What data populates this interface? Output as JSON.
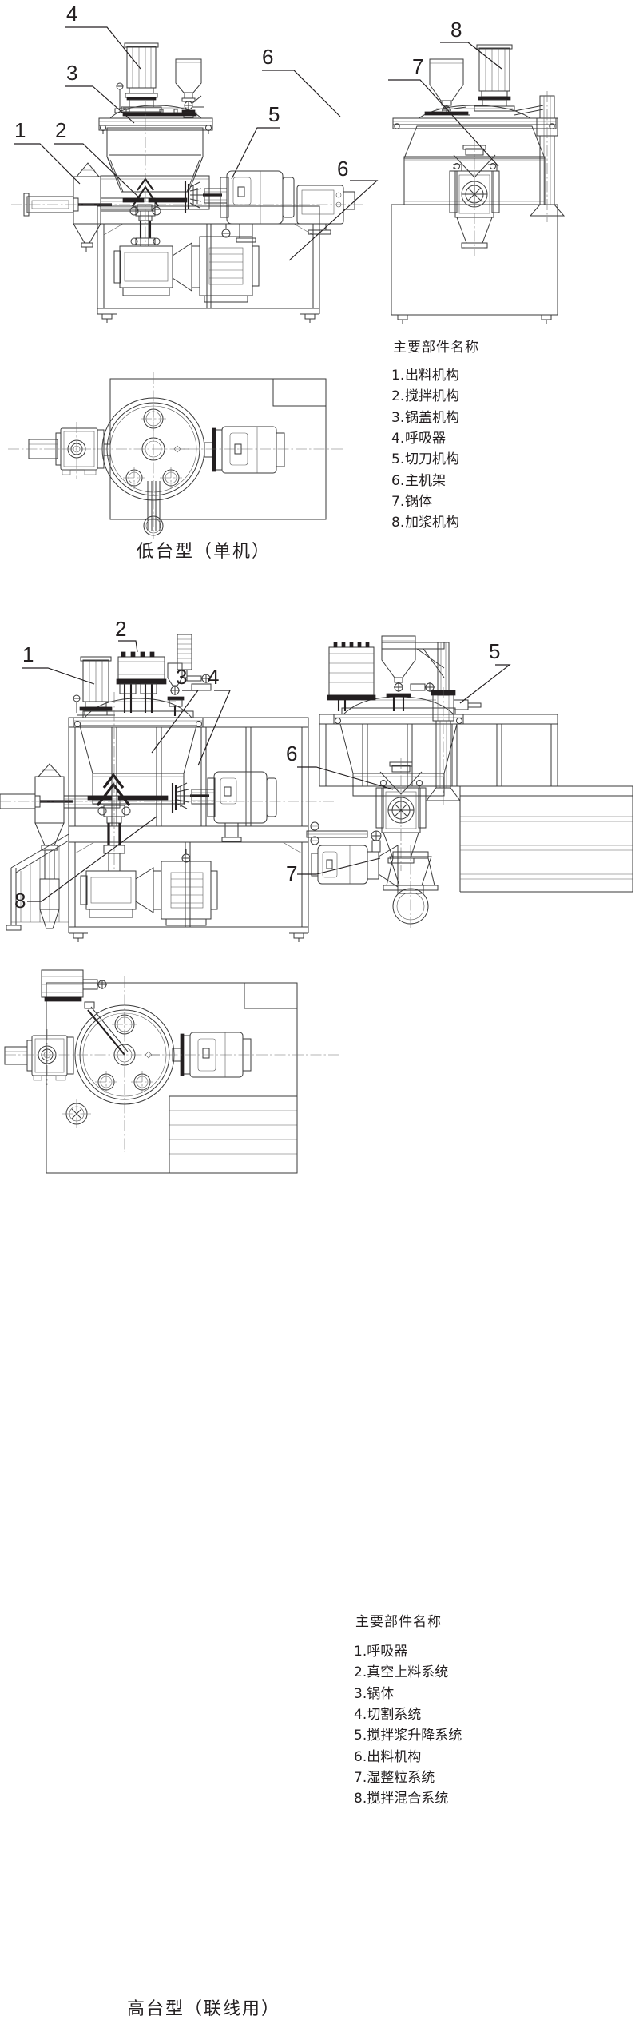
{
  "document": {
    "type": "technical-line-drawing",
    "subject": "wet-mixing-granulator-machine-views"
  },
  "sections": [
    {
      "id": "low-platform",
      "caption": "低台型（单机）",
      "views": [
        {
          "name": "front-elevation",
          "callouts": [
            "4",
            "3",
            "1",
            "2",
            "5"
          ]
        },
        {
          "name": "side-elevation",
          "callouts": [
            "8",
            "7",
            "6"
          ]
        },
        {
          "name": "top-plan",
          "callouts": []
        }
      ],
      "legend": {
        "title": "主要部件名称",
        "items": [
          {
            "num": "1",
            "label": "出料机构"
          },
          {
            "num": "2",
            "label": "搅拌机构"
          },
          {
            "num": "3",
            "label": "锅盖机构"
          },
          {
            "num": "4",
            "label": "呼吸器"
          },
          {
            "num": "5",
            "label": "切刀机构"
          },
          {
            "num": "6",
            "label": "主机架"
          },
          {
            "num": "7",
            "label": "锅体"
          },
          {
            "num": "8",
            "label": "加浆机构"
          }
        ]
      }
    },
    {
      "id": "high-platform",
      "caption": "高台型（联线用）",
      "views": [
        {
          "name": "front-elevation",
          "callouts": [
            "1",
            "2",
            "3",
            "4",
            "8"
          ]
        },
        {
          "name": "side-elevation",
          "callouts": [
            "5",
            "6",
            "7"
          ]
        },
        {
          "name": "top-plan",
          "callouts": []
        }
      ],
      "legend": {
        "title": "主要部件名称",
        "items": [
          {
            "num": "1",
            "label": "呼吸器"
          },
          {
            "num": "2",
            "label": "真空上料系统"
          },
          {
            "num": "3",
            "label": "锅体"
          },
          {
            "num": "4",
            "label": "切割系统"
          },
          {
            "num": "5",
            "label": "搅拌浆升降系统"
          },
          {
            "num": "6",
            "label": "出料机构"
          },
          {
            "num": "7",
            "label": "湿整粒系统"
          },
          {
            "num": "8",
            "label": "搅拌混合系统"
          }
        ]
      }
    }
  ],
  "callouts": {
    "low_front": [
      "4",
      "3",
      "1",
      "2",
      "5"
    ],
    "low_side": [
      "8",
      "7",
      "6"
    ],
    "high_front": [
      "1",
      "2",
      "3",
      "4",
      "8"
    ],
    "high_side": [
      "5",
      "6",
      "7"
    ]
  },
  "colors": {
    "line": "#3a3a3a",
    "line_bold": "#231f20",
    "line_light": "#5a5a5a",
    "center_line": "#6b6b6b",
    "background": "#ffffff",
    "text": "#231f20"
  }
}
